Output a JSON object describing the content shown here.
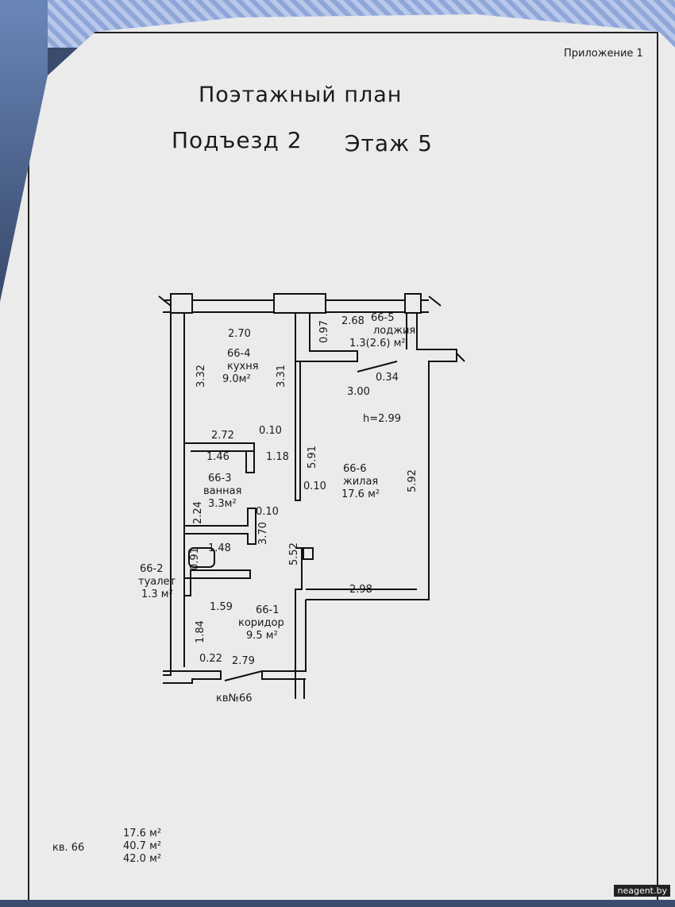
{
  "header": {
    "appendix": "Приложение 1",
    "title": "Поэтажный план",
    "entrance": "Подъезд 2",
    "floor": "Этаж 5"
  },
  "plan": {
    "apartment_label": "кв№66",
    "ceiling_height": "h=2.99",
    "rooms": [
      {
        "id": "66-1",
        "name": "коридор",
        "area": "9.5 м²"
      },
      {
        "id": "66-2",
        "name": "туалет",
        "area": "1.3 м²"
      },
      {
        "id": "66-3",
        "name": "ванная",
        "area": "3.3м²"
      },
      {
        "id": "66-4",
        "name": "кухня",
        "area": "9.0м²"
      },
      {
        "id": "66-5",
        "name": "лоджия",
        "area": "1.3(2.6) м²"
      },
      {
        "id": "66-6",
        "name": "жилая",
        "area": "17.6 м²"
      }
    ],
    "dimensions": {
      "d_270": "2.70",
      "d_332": "3.32",
      "d_331": "3.31",
      "d_097": "0.97",
      "d_268": "2.68",
      "d_034": "0.34",
      "d_300": "3.00",
      "d_272": "2.72",
      "d_010a": "0.10",
      "d_146": "1.46",
      "d_118": "1.18",
      "d_591": "5.91",
      "d_592": "5.92",
      "d_010b": "0.10",
      "d_224": "2.24",
      "d_010c": "0.10",
      "d_370": "3.70",
      "d_148": "1.48",
      "d_091": "0.91",
      "d_552": "5.52",
      "d_298": "2.98",
      "d_159": "1.59",
      "d_184": "1.84",
      "d_022": "0.22",
      "d_279": "2.79"
    }
  },
  "summary": {
    "apartment": "кв. 66",
    "living_area": "17.6 м²",
    "total_area": "40.7 м²",
    "total_with_loggia": "42.0 м²"
  },
  "watermark": "neagent.by"
}
